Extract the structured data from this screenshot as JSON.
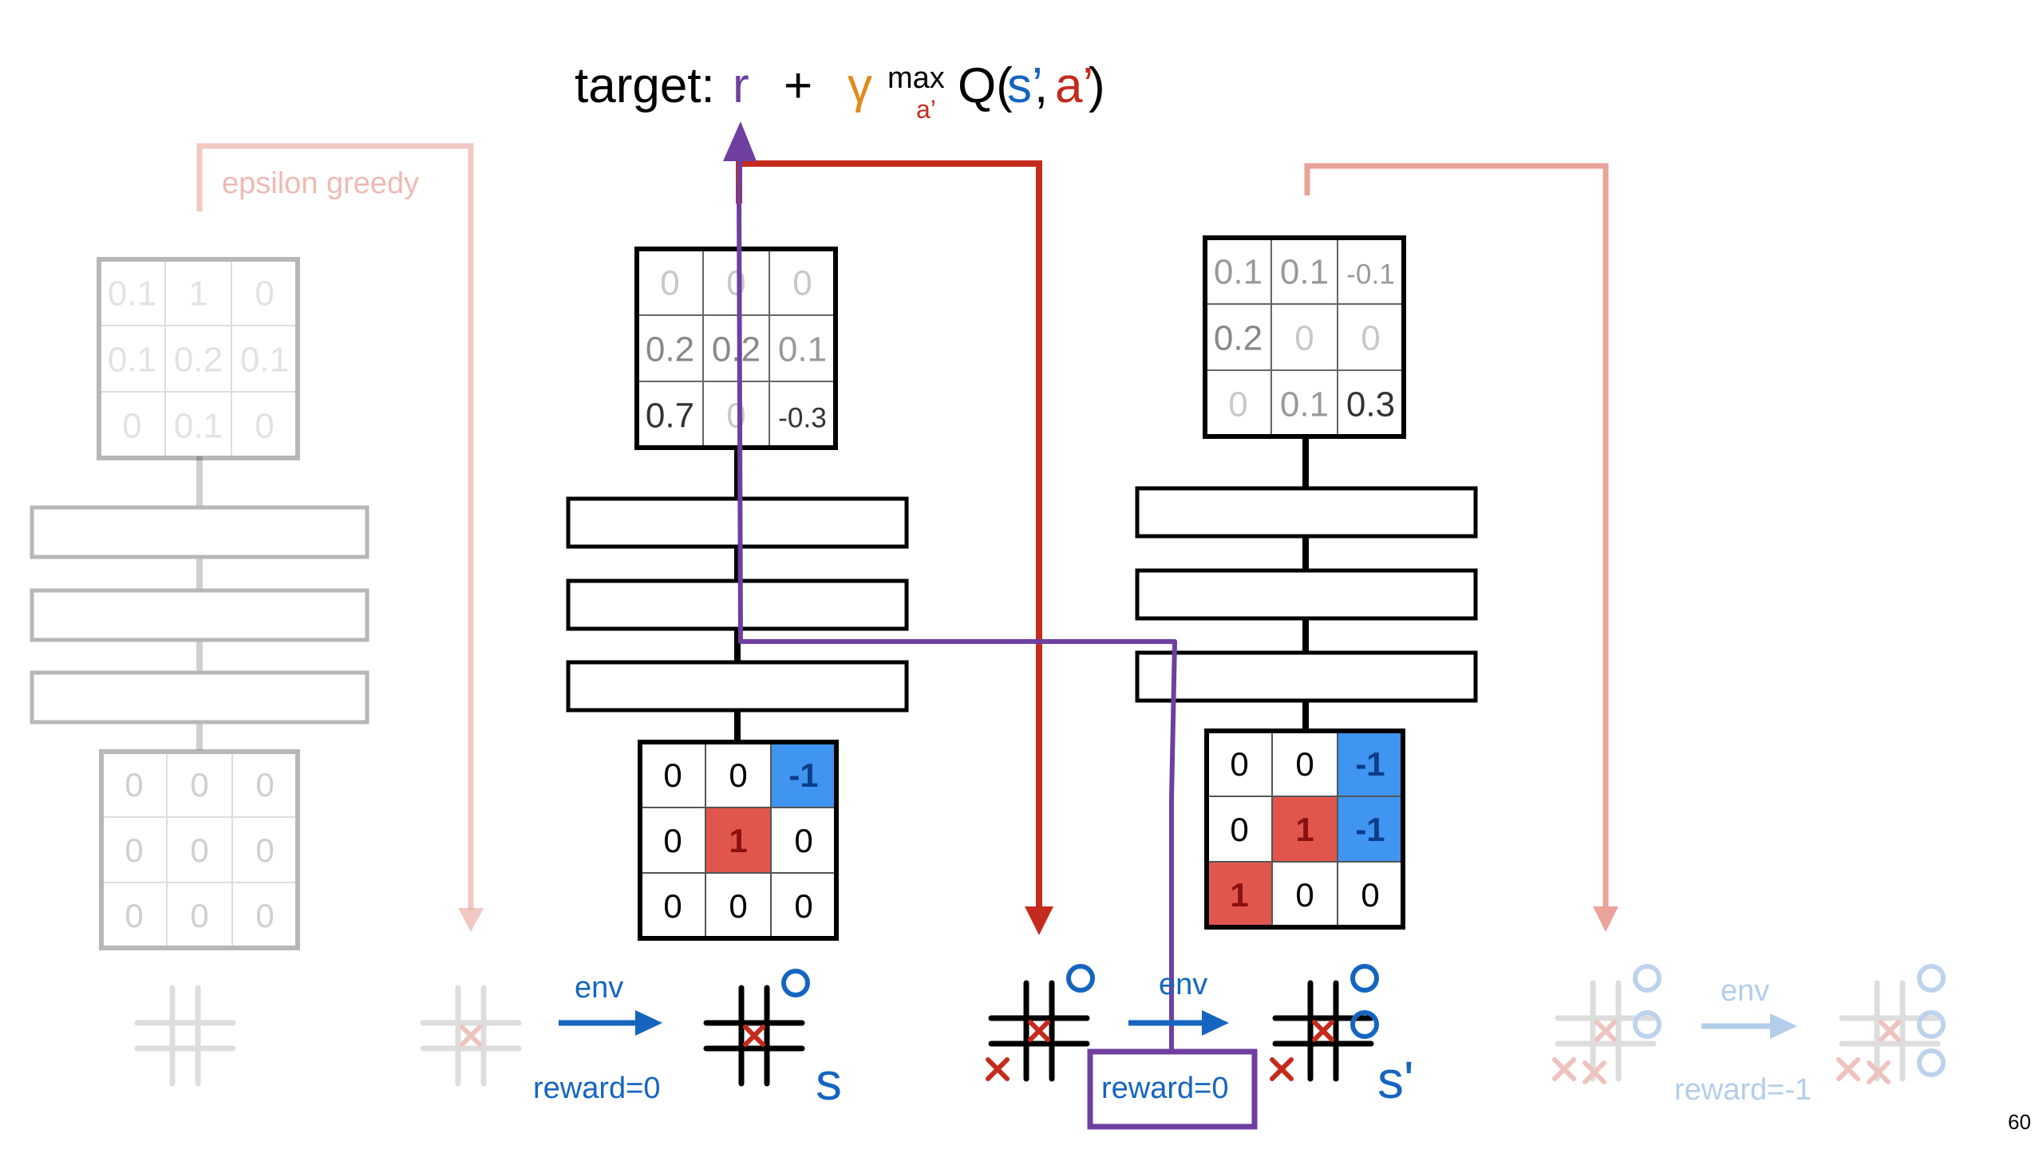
{
  "formula": {
    "target_label": "target:",
    "r": "r",
    "plus": "+",
    "gamma": "γ",
    "max": "max",
    "max_sub": "a’",
    "q_open": "Q(",
    "s_prime": "s’",
    "comma": ",",
    "a_prime": "a’",
    "q_close": ")"
  },
  "colors": {
    "black": "#000000",
    "purple": "#6f3fa0",
    "orange": "#e08a1e",
    "red": "#c42b1c",
    "blue": "#1565c0",
    "light_red": "#e9a39a",
    "cell_red": "#e0564d",
    "cell_blue": "#3f95f0",
    "faded_gray": "#c8c8c8"
  },
  "epsilon_label": "epsilon greedy",
  "q_grids": {
    "left": [
      "0.1",
      "1",
      "0",
      "0.1",
      "0.2",
      "0.1",
      "0",
      "0.1",
      "0"
    ],
    "middle": [
      "0",
      "0",
      "0",
      "0.2",
      "0.2",
      "0.1",
      "0.7",
      "0",
      "-0.3"
    ],
    "right": [
      "0.1",
      "0.1",
      "-0.1",
      "0.2",
      "0",
      "0",
      "0",
      "0.1",
      "0.3"
    ]
  },
  "state_grids": {
    "left": [
      "0",
      "0",
      "0",
      "0",
      "0",
      "0",
      "0",
      "0",
      "0"
    ],
    "middle": [
      "0",
      "0",
      "-1",
      "0",
      "1",
      "0",
      "0",
      "0",
      "0"
    ],
    "right": [
      "0",
      "0",
      "-1",
      "0",
      "1",
      "-1",
      "1",
      "0",
      "0"
    ]
  },
  "boards": {
    "b0": "",
    "b1": "x",
    "b2": "xo",
    "b3": "xoX",
    "b4": "xooX",
    "b5": "xooXX",
    "b6": "xoooXX"
  },
  "env_labels": {
    "env1": "env",
    "env2": "env",
    "env3": "env"
  },
  "reward_labels": {
    "r1": "reward=0",
    "r2": "reward=0",
    "r3": "reward=-1"
  },
  "state_labels": {
    "s": "s",
    "s_prime": "s'"
  },
  "page_number": "60"
}
